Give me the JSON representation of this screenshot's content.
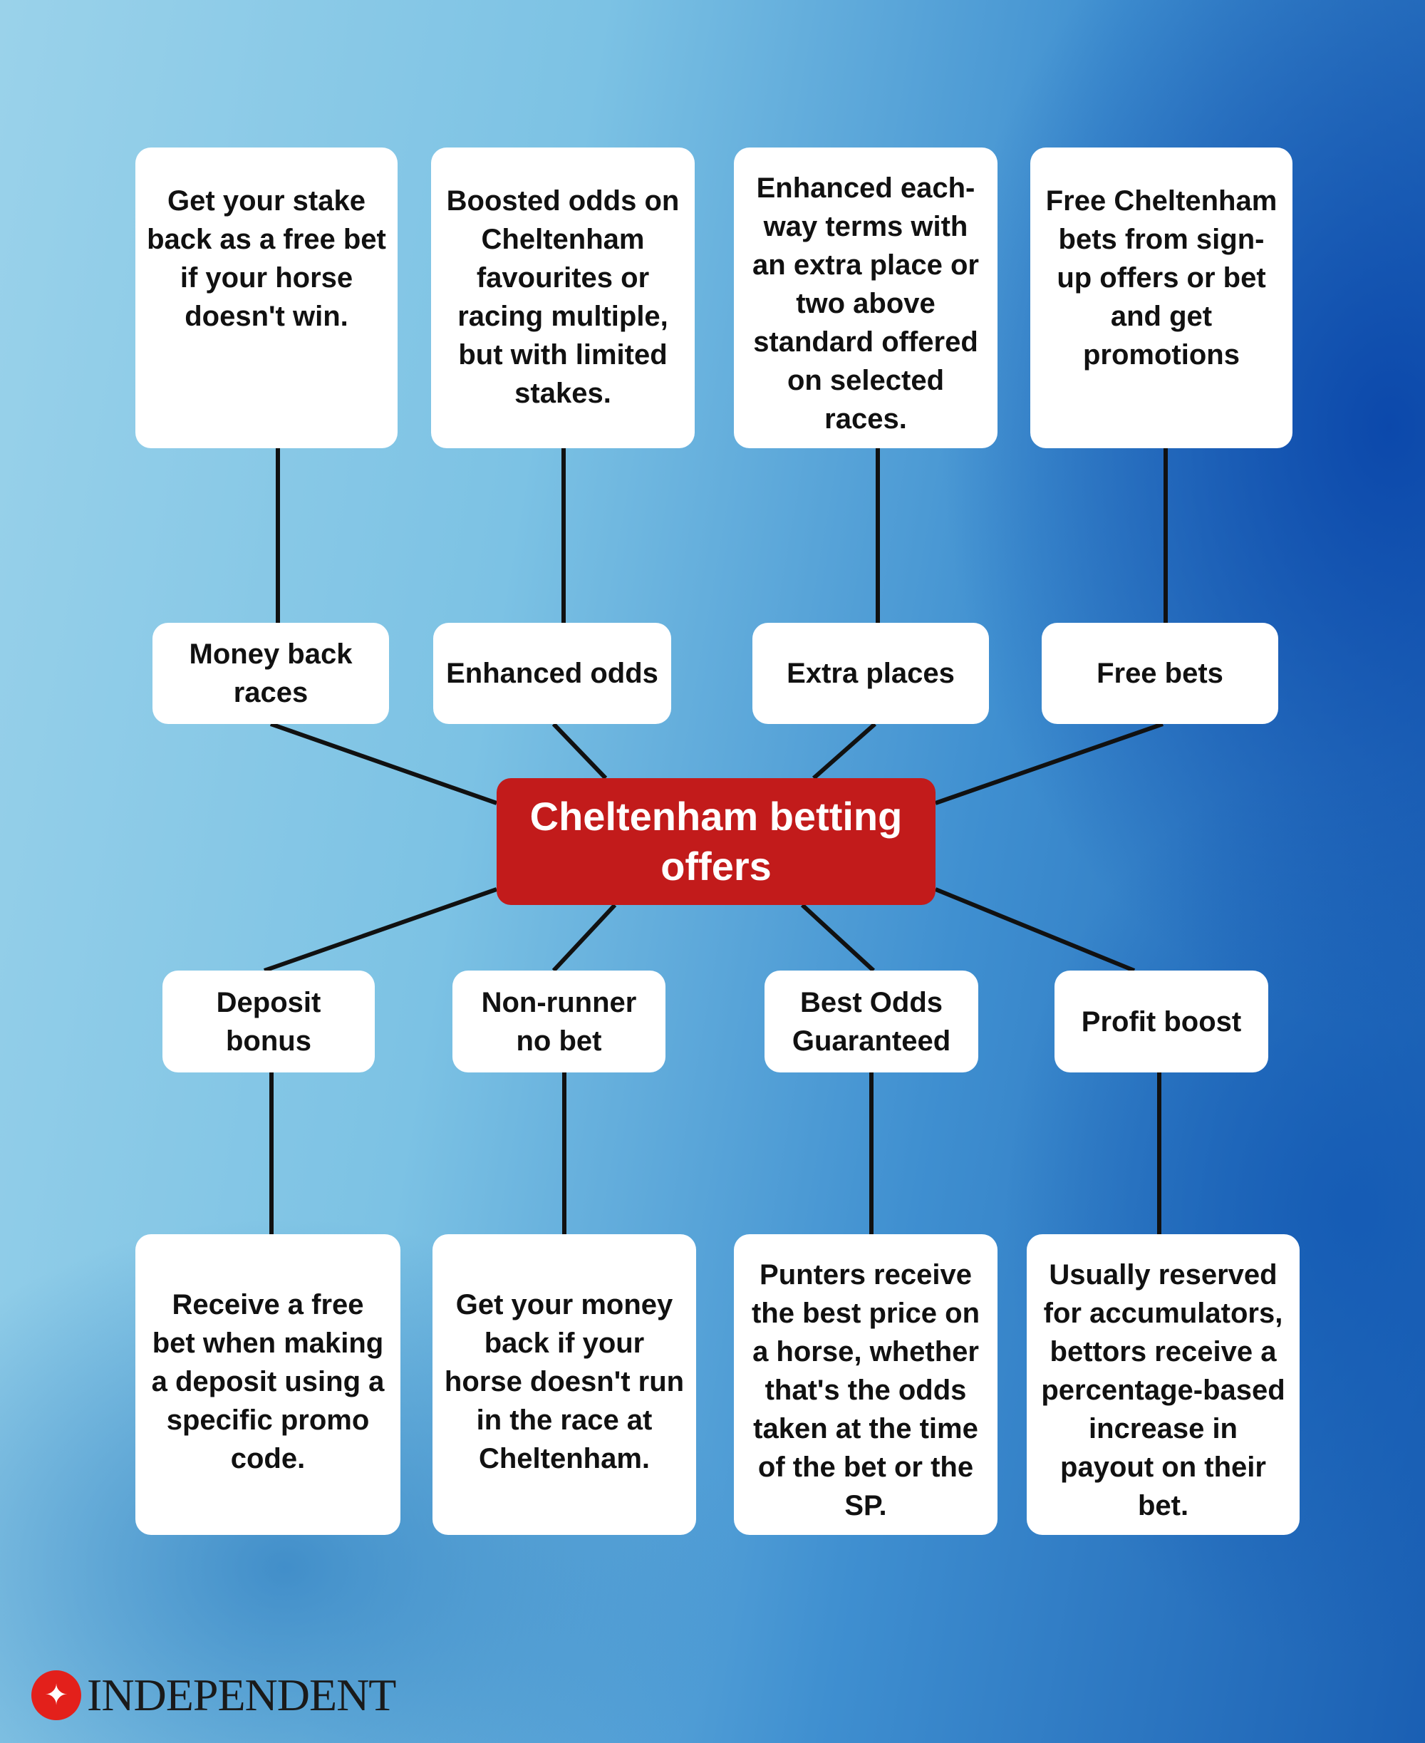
{
  "title": "Cheltenham betting offers",
  "top": [
    {
      "label": "Money back races",
      "desc": "Get your stake back as a free bet if your horse doesn't win."
    },
    {
      "label": "Enhanced odds",
      "desc": "Boosted odds on Cheltenham favourites or racing multiple, but with limited stakes."
    },
    {
      "label": "Extra places",
      "desc": "Enhanced each-way terms with an extra place or two above standard offered on selected races."
    },
    {
      "label": "Free bets",
      "desc": "Free Cheltenham bets from sign-up offers or bet and get promotions"
    }
  ],
  "bottom": [
    {
      "label": "Deposit bonus",
      "desc": "Receive a free bet when making a deposit using a specific promo code."
    },
    {
      "label": "Non-runner no bet",
      "desc": "Get your money back if your horse doesn't run in the race at Cheltenham."
    },
    {
      "label": "Best Odds Guaranteed",
      "desc": "Punters receive the best price on a horse, whether that's the odds taken at the time of the bet or the SP."
    },
    {
      "label": "Profit boost",
      "desc": "Usually reserved for accumulators, bettors receive a percentage-based increase in payout on their bet."
    }
  ],
  "logo": {
    "text": "INDEPENDENT",
    "icon": "eagle-icon"
  },
  "colors": {
    "center": "#c21b1b",
    "line": "#111111"
  }
}
